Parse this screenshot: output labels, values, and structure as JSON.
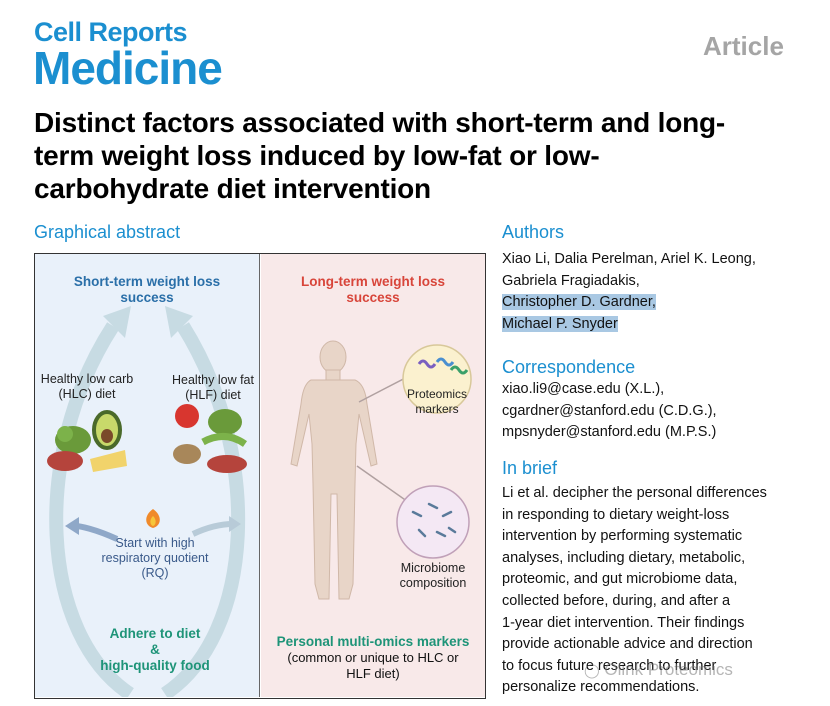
{
  "journal": {
    "line1": "Cell Reports",
    "line2": "Medicine",
    "article_type": "Article"
  },
  "title": {
    "line1": "Distinct factors associated with short-term and long-",
    "line2": "term weight loss induced by low-fat or low-",
    "line3": "carbohydrate diet intervention"
  },
  "graphical_abstract": {
    "heading": "Graphical abstract",
    "left": {
      "title_line1": "Short-term weight loss",
      "title_line2": "success",
      "hlc_line1": "Healthy low carb",
      "hlc_line2": "(HLC) diet",
      "hlf_line1": "Healthy low fat",
      "hlf_line2": "(HLF) diet",
      "rq_line1": "Start with high",
      "rq_line2": "respiratory quotient",
      "rq_line3": "(RQ)",
      "adhere_line1": "Adhere to diet",
      "adhere_line2": "&",
      "adhere_line3": "high-quality food"
    },
    "right": {
      "title_line1": "Long-term weight loss",
      "title_line2": "success",
      "proteomics_line1": "Proteomics",
      "proteomics_line2": "markers",
      "microbiome_line1": "Microbiome",
      "microbiome_line2": "composition",
      "markers_line1": "Personal multi-omics markers",
      "markers_line2": "(common or unique to HLC or",
      "markers_line3": "HLF diet)"
    },
    "colors": {
      "left_title": "#2a6fa8",
      "right_title": "#d8453a",
      "teal": "#1e9478",
      "left_bg": "#e9f1fa",
      "right_bg": "#f8e9e9"
    }
  },
  "authors": {
    "heading": "Authors",
    "line1": "Xiao Li, Dalia Perelman, Ariel K. Leong,",
    "line2": "Gabriela Fragiadakis,",
    "line3": "Christopher D. Gardner,",
    "line4": "Michael P. Snyder"
  },
  "correspondence": {
    "heading": "Correspondence",
    "line1": "xiao.li9@case.edu (X.L.),",
    "line2": "cgardner@stanford.edu (C.D.G.),",
    "line3": "mpsnyder@stanford.edu (M.P.S.)"
  },
  "in_brief": {
    "heading": "In brief",
    "lines": [
      "Li et al. decipher the personal differences",
      "in responding to dietary weight-loss",
      "intervention by performing systematic",
      "analyses, including dietary, metabolic,",
      "proteomic, and gut microbiome data,",
      "collected before, during, and after a",
      "1-year diet intervention. Their findings",
      "provide actionable advice and direction",
      "to focus future research to further",
      "personalize recommendations."
    ]
  },
  "watermark": "Olink Proteomics"
}
